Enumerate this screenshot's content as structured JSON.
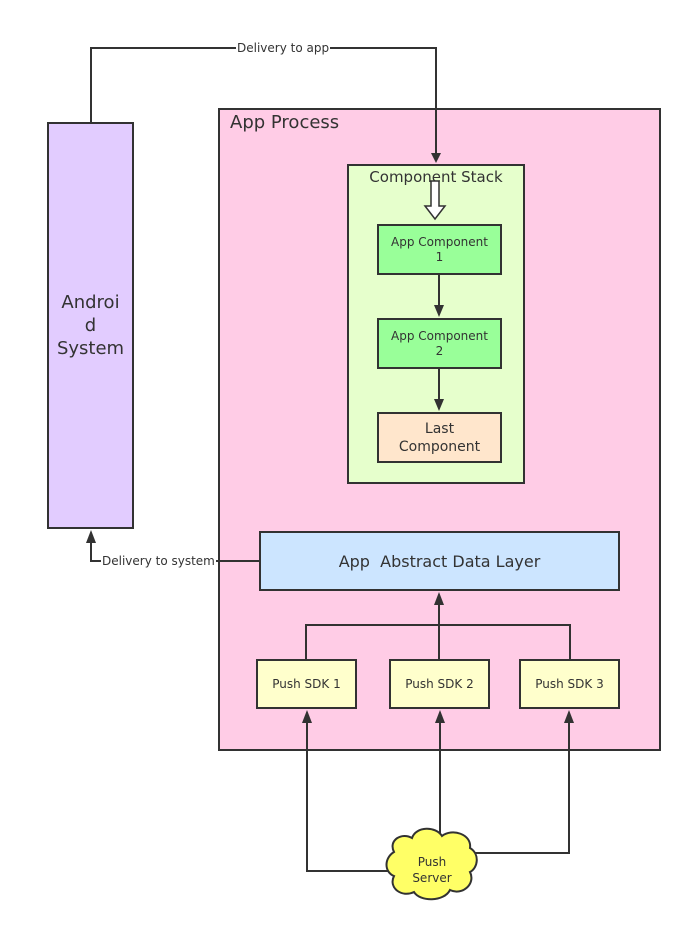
{
  "diagram": {
    "colors": {
      "android_system": "#e2ccff",
      "app_process": "#ffcce6",
      "component_stack": "#e6ffcc",
      "app_component": "#99ff99",
      "last_component": "#ffe6cc",
      "data_layer": "#cce5ff",
      "push_sdk": "#ffffcc",
      "push_server": "#ffff66",
      "stroke": "#323232"
    },
    "nodes": {
      "android_system": {
        "label": "Androi\nd\nSystem"
      },
      "app_process": {
        "label": "App Process"
      },
      "component_stack": {
        "label": "Component Stack"
      },
      "app_component_1": {
        "label": "App Component\n1"
      },
      "app_component_2": {
        "label": "App Component\n2"
      },
      "last_component": {
        "label": "Last\nComponent"
      },
      "data_layer": {
        "label": "App  Abstract Data Layer"
      },
      "push_sdk_1": {
        "label": "Push SDK 1"
      },
      "push_sdk_2": {
        "label": "Push SDK 2"
      },
      "push_sdk_3": {
        "label": "Push SDK 3"
      },
      "push_server": {
        "label": "Push\nServer"
      }
    },
    "edges": [
      {
        "from": "android_system",
        "to": "component_stack",
        "label": "Delivery to app"
      },
      {
        "from": "data_layer",
        "to": "android_system",
        "label": "Delivery to system"
      },
      {
        "from": "app_component_1",
        "to": "app_component_2",
        "label": ""
      },
      {
        "from": "app_component_2",
        "to": "last_component",
        "label": ""
      },
      {
        "from": "push_sdk_1",
        "to": "data_layer",
        "label": ""
      },
      {
        "from": "push_sdk_2",
        "to": "data_layer",
        "label": ""
      },
      {
        "from": "push_sdk_3",
        "to": "data_layer",
        "label": ""
      },
      {
        "from": "push_server",
        "to": "push_sdk_1",
        "label": ""
      },
      {
        "from": "push_server",
        "to": "push_sdk_2",
        "label": ""
      },
      {
        "from": "push_server",
        "to": "push_sdk_3",
        "label": ""
      }
    ]
  }
}
